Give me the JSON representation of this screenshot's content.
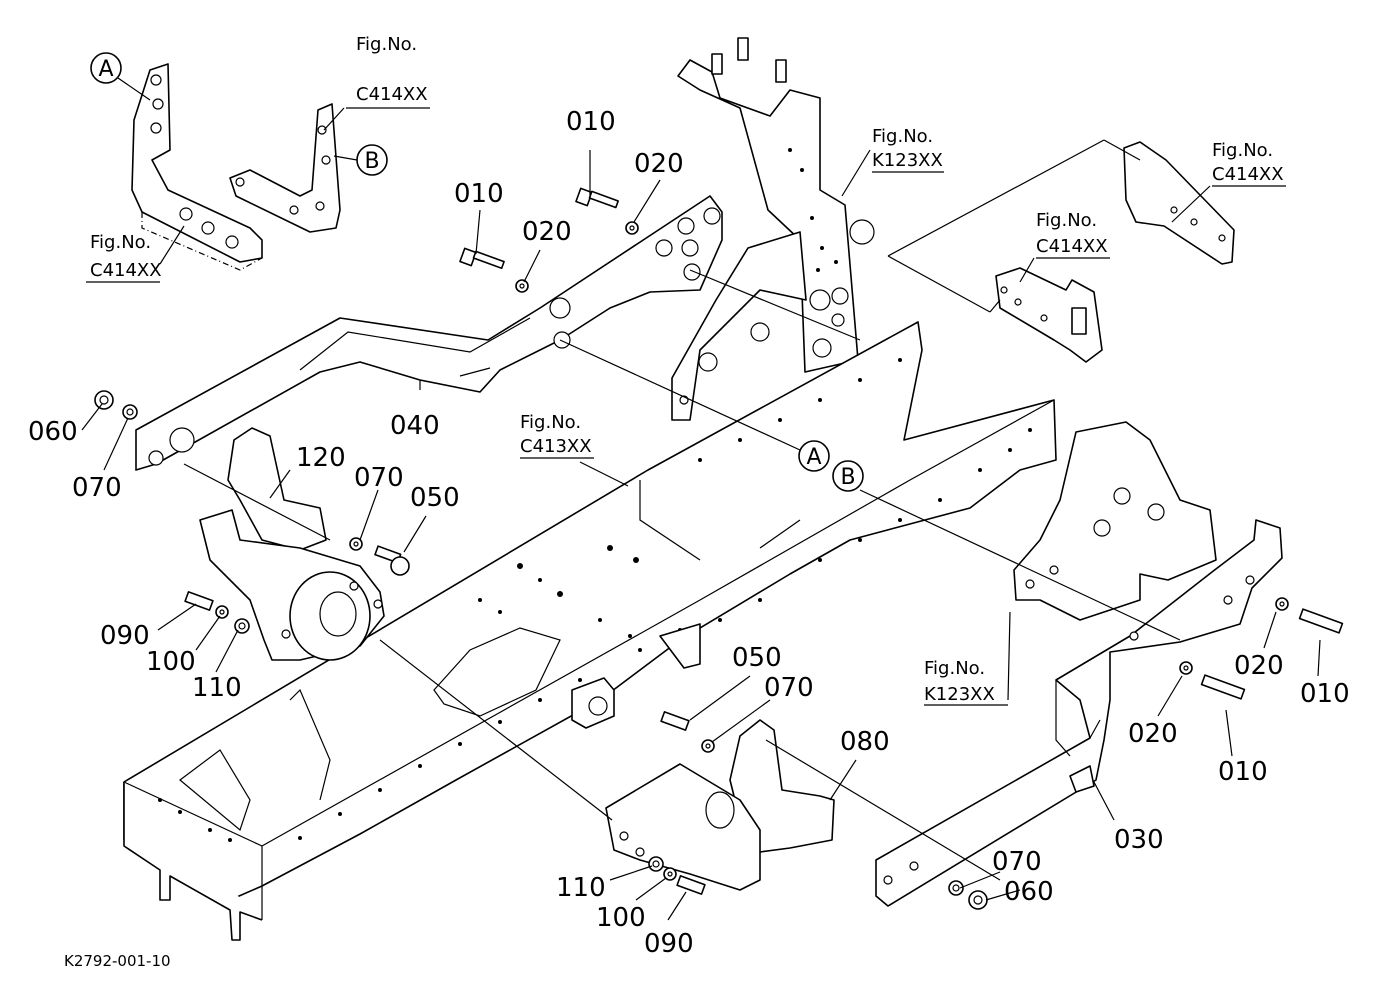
{
  "drawing_id": "K2792-001-10",
  "callouts": {
    "c010_top_a": "010",
    "c010_top_b": "010",
    "c020_top_a": "020",
    "c020_top_b": "020",
    "c040": "040",
    "c060_left": "060",
    "c070_left": "070",
    "c120": "120",
    "c070_mid": "070",
    "c050_mid": "050",
    "c090_left": "090",
    "c100_left": "100",
    "c110_left": "110",
    "c050_low": "050",
    "c070_low": "070",
    "c080": "080",
    "c110_low": "110",
    "c100_low": "100",
    "c090_low": "090",
    "c070_right": "070",
    "c060_right": "060",
    "c030": "030",
    "c020_right_a": "020",
    "c020_right_b": "020",
    "c010_right_a": "010",
    "c010_right_b": "010"
  },
  "figure_refs": {
    "fig_no_label": "Fig.No.",
    "ref_top_left": "C414XX",
    "ref_bottom_left": "C414XX",
    "ref_upper_center": "K123XX",
    "ref_right_top": "C414XX",
    "ref_right_mid": "C414XX",
    "ref_frame": "C413XX",
    "ref_lower_right": "K123XX"
  },
  "markers": {
    "a_top": "A",
    "b_top": "B",
    "a_mid": "A",
    "b_mid": "B"
  }
}
